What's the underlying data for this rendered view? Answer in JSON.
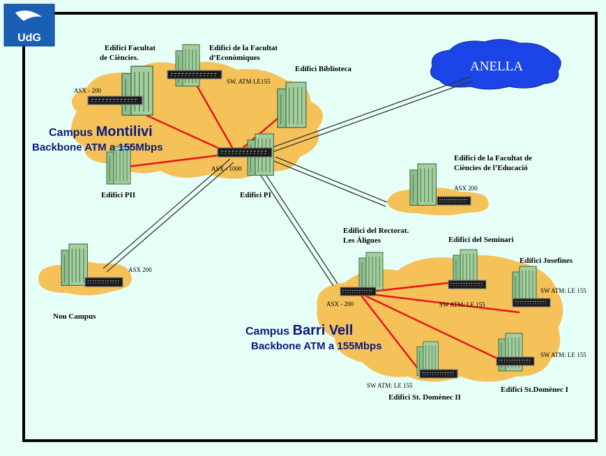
{
  "logo": {
    "text": "UdG"
  },
  "cloud_label": "ANELLA",
  "montilivi": {
    "line1_prefix": "Campus ",
    "line1_name": "Montilivi",
    "line2": "Backbone ATM a 155Mbps"
  },
  "barrivell": {
    "line1_prefix": "Campus ",
    "line1_name": "Barri Vell",
    "line2": "Backbone ATM a 155Mbps"
  },
  "buildings": {
    "ciencies": [
      "Edifici Facultat",
      "de Ciències."
    ],
    "economiques": [
      "Edifici de la Facultat",
      "d’Econòmiques"
    ],
    "biblioteca": "Edifici Biblioteca",
    "pii": "Edifici PII",
    "pi": "Edifici PI",
    "educacio": [
      "Edifici de la Facultat de",
      "Ciències de l’Educació"
    ],
    "nou_campus": "Nou Campus",
    "rectorat": [
      "Edifici del Rectorat.",
      "Les Àligues"
    ],
    "seminari": "Edifici del Seminari",
    "josefines": "Edifici Josefines",
    "st_domenec_i": "Edifici St.Domènec I",
    "st_domenec_ii": "Edifici St. Domènec II"
  },
  "switches": {
    "asx200_montilivi": "ASX - 200",
    "sw_atm_le155_top": "SW. ATM LE155",
    "asx1000": "ASX - 1000",
    "asx200_educacio": "ASX 200",
    "asx200_nou": "ASX 200",
    "asx200_barri": "ASX - 200",
    "sw_seminari": "SW ATM: LE 155",
    "sw_josefines": "SW ATM: LE 155",
    "sw_domenec_i": "SW ATM: LE 155",
    "sw_domenec_ii": "SW ATM: LE 155"
  },
  "colors": {
    "background": "#e6fff7",
    "cloud_orange": "#f5c25a",
    "cloud_blue": "#1a44e6",
    "building_green": "#8fbf8f",
    "red_link": "#e8141a",
    "campus_text": "#0a1a7a"
  }
}
